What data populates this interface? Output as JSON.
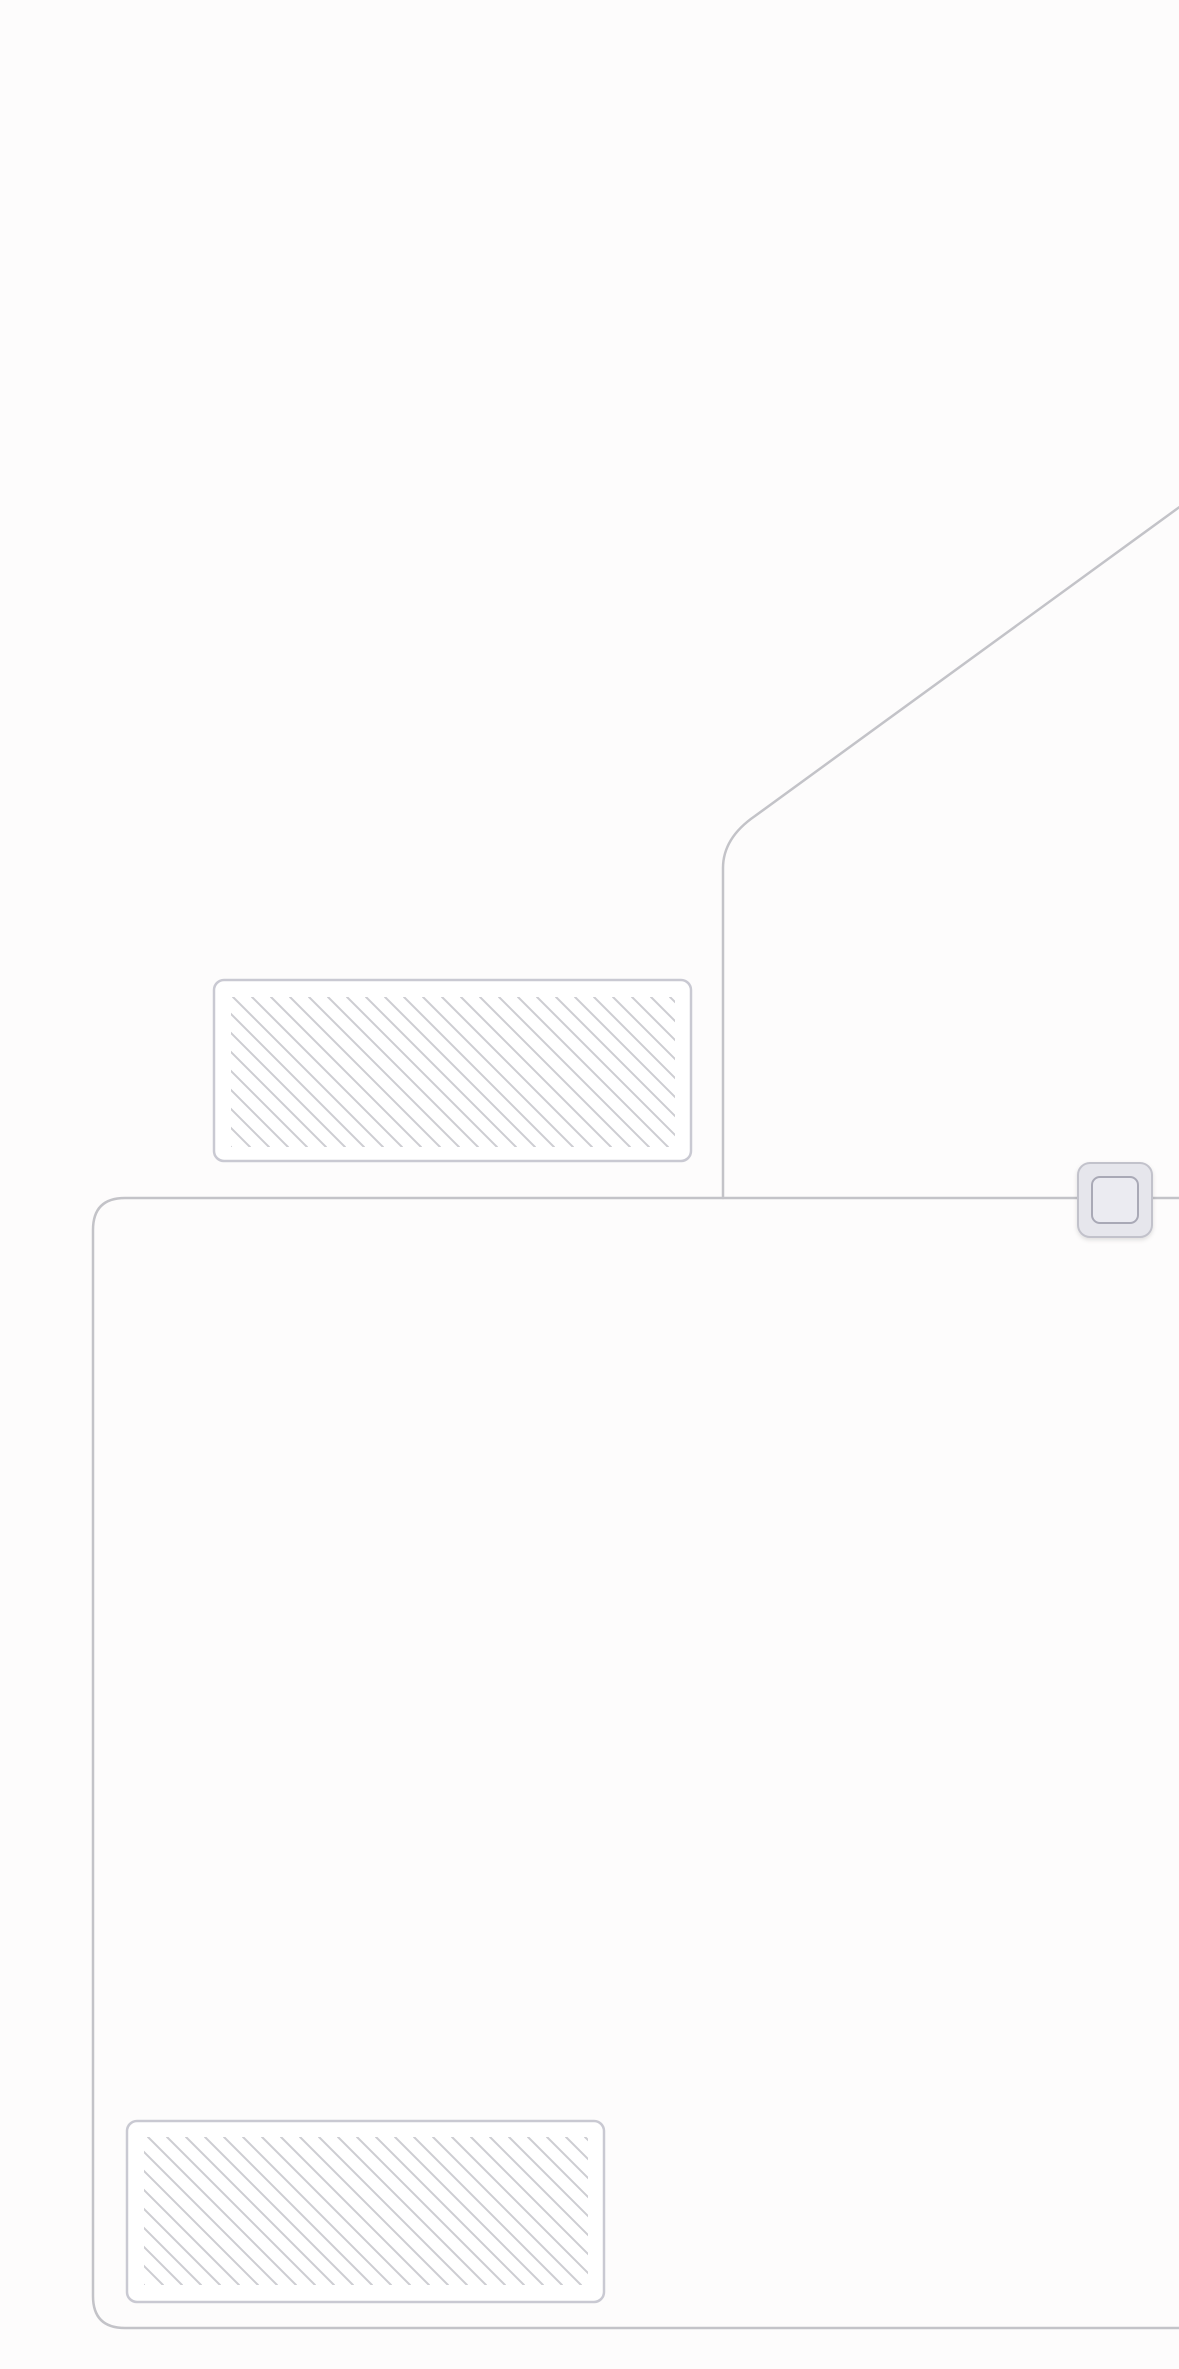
{
  "diagram": {
    "background_color": "#fdfcfc",
    "line_color": "#c3c3c8",
    "placeholder_blocks": [
      {
        "id": "top-placeholder",
        "content": "hatched-placeholder"
      },
      {
        "id": "bottom-placeholder",
        "content": "hatched-placeholder"
      }
    ],
    "connector_node": {
      "icon": "square-node-icon",
      "fill_color": "#e6e6ec"
    }
  }
}
